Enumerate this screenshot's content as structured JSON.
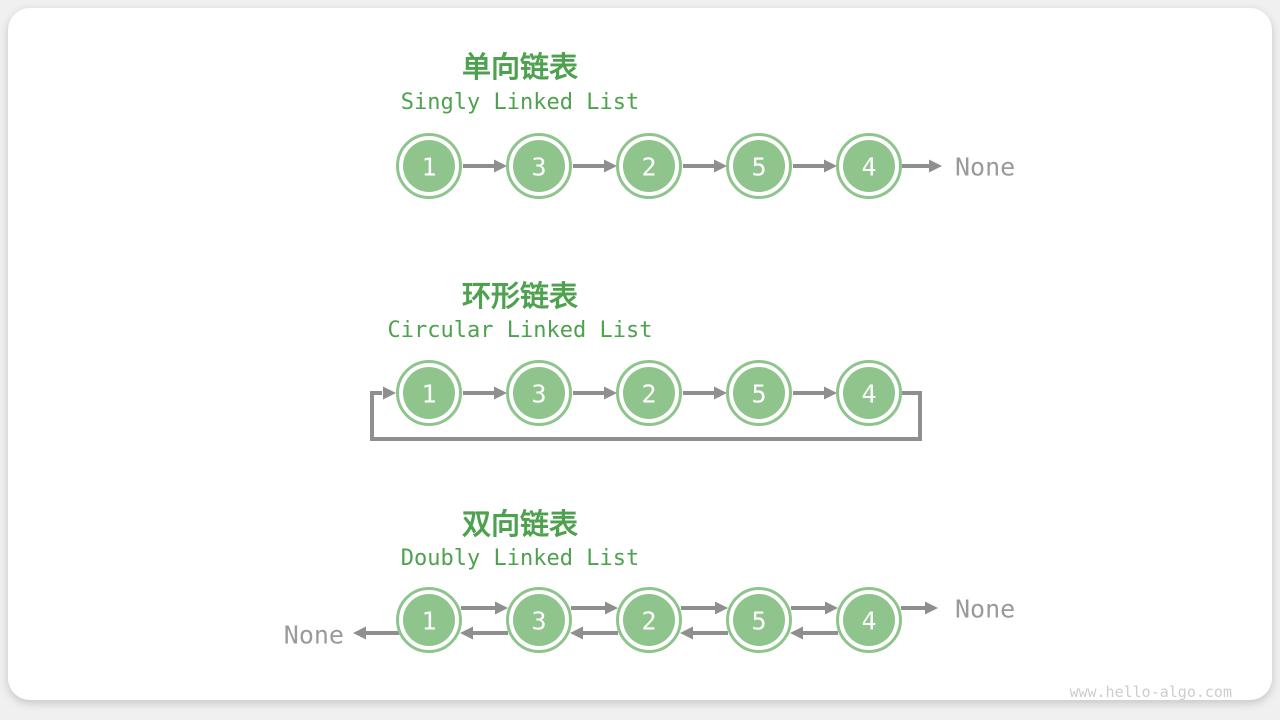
{
  "watermark": "www.hello-algo.com",
  "colors": {
    "heading_green": "#4ea14e",
    "node_fill": "#8fc48c",
    "node_ring": "#8fc48c",
    "node_text": "#ffffff",
    "arrow_gray": "#8f8f8f",
    "none_gray": "#9a9a9a",
    "watermark_gray": "#cdcdcd",
    "card_bg": "#ffffff",
    "page_bg": "#f0f0f0"
  },
  "sections": [
    {
      "key": "singly",
      "title": "单向链表",
      "subtitle": "Singly Linked List",
      "node_values": [
        "1",
        "3",
        "2",
        "5",
        "4"
      ],
      "terminal_right": "None"
    },
    {
      "key": "circular",
      "title": "环形链表",
      "subtitle": "Circular Linked List",
      "node_values": [
        "1",
        "3",
        "2",
        "5",
        "4"
      ]
    },
    {
      "key": "doubly",
      "title": "双向链表",
      "subtitle": "Doubly Linked List",
      "node_values": [
        "1",
        "3",
        "2",
        "5",
        "4"
      ],
      "terminal_left": "None",
      "terminal_right": "None"
    }
  ]
}
